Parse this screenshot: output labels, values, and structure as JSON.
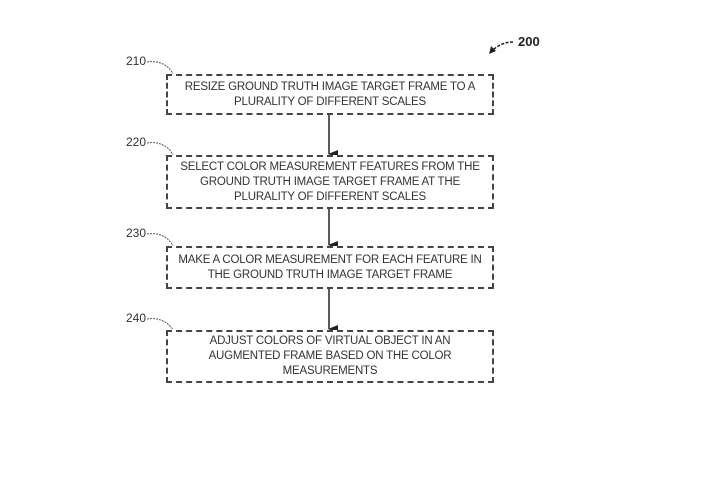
{
  "figure": {
    "label": "200"
  },
  "steps": [
    {
      "ref": "210",
      "lines": [
        "RESIZE GROUND TRUTH IMAGE TARGET FRAME TO A",
        "PLURALITY OF DIFFERENT SCALES"
      ]
    },
    {
      "ref": "220",
      "lines": [
        "SELECT COLOR MEASUREMENT FEATURES FROM THE",
        "GROUND TRUTH IMAGE TARGET FRAME AT THE",
        "PLURALITY OF DIFFERENT SCALES"
      ]
    },
    {
      "ref": "230",
      "lines": [
        "MAKE A COLOR MEASUREMENT FOR EACH FEATURE IN",
        "THE GROUND TRUTH IMAGE TARGET FRAME"
      ]
    },
    {
      "ref": "240",
      "lines": [
        "ADJUST COLORS OF VIRTUAL OBJECT IN AN",
        "AUGMENTED FRAME BASED ON THE COLOR",
        "MEASUREMENTS"
      ]
    }
  ]
}
